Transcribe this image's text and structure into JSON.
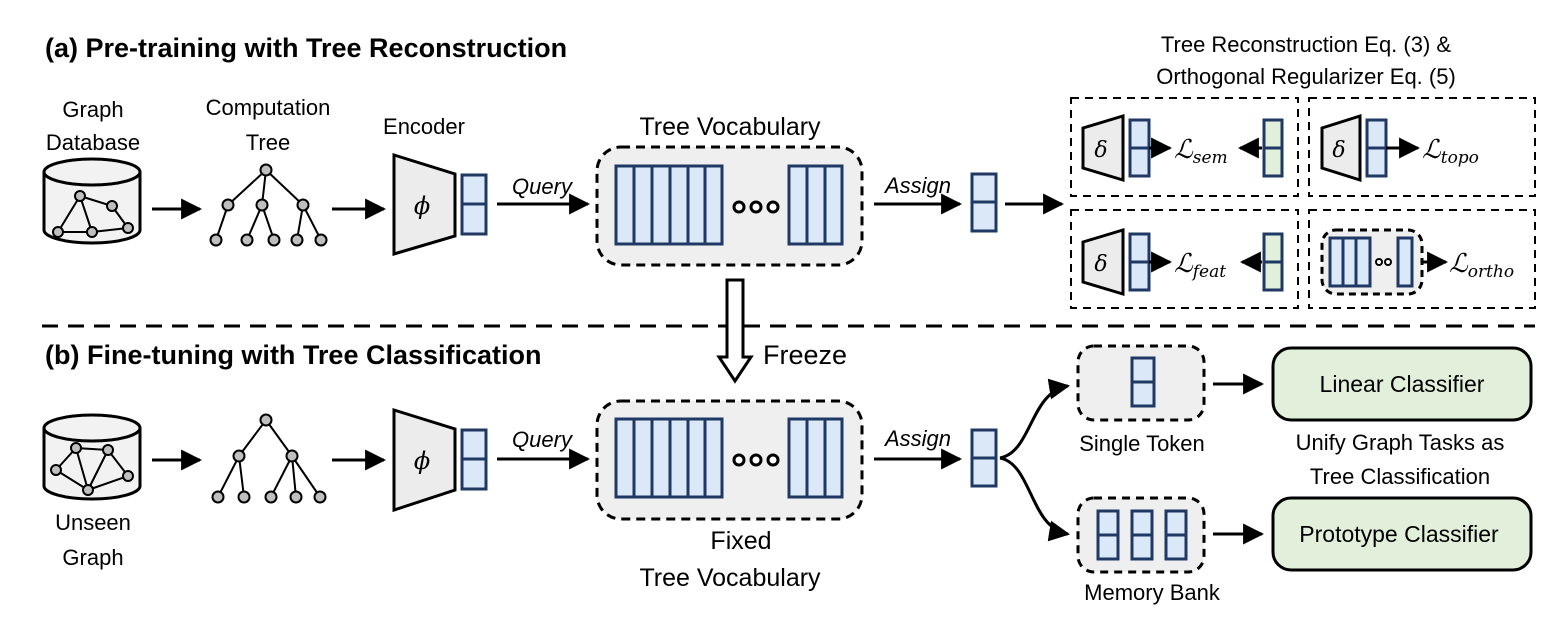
{
  "section_a": {
    "title": "(a) Pre-training with Tree Reconstruction",
    "graph_database_line1": "Graph",
    "graph_database_line2": "Database",
    "computation_tree_line1": "Computation",
    "computation_tree_line2": "Tree",
    "encoder_label": "Encoder",
    "encoder_symbol": "ϕ",
    "query_label": "Query",
    "tree_vocabulary_label": "Tree Vocabulary",
    "assign_label": "Assign",
    "recon_header_line1": "Tree Reconstruction Eq. (3) &",
    "recon_header_line2": "Orthogonal Regularizer Eq. (5)",
    "decoder_symbol": "δ",
    "loss_script": "ℒ",
    "loss_sem_sub": "sem",
    "loss_topo_sub": "topo",
    "loss_feat_sub": "feat",
    "loss_ortho_sub": "ortho",
    "freeze_label": "Freeze"
  },
  "section_b": {
    "title": "(b) Fine-tuning with Tree Classification",
    "unseen_graph_line1": "Unseen",
    "unseen_graph_line2": "Graph",
    "encoder_symbol": "ϕ",
    "query_label": "Query",
    "fixed_vocab_line1": "Fixed",
    "fixed_vocab_line2": "Tree Vocabulary",
    "assign_label": "Assign",
    "single_token_label": "Single Token",
    "memory_bank_label": "Memory Bank",
    "linear_classifier": "Linear Classifier",
    "prototype_classifier": "Prototype Classifier",
    "unify_line1": "Unify Graph Tasks as",
    "unify_line2": "Tree Classification"
  },
  "colors": {
    "token_fill": "#dbe8f7",
    "token_stroke": "#1f3864",
    "green_fill": "#e2efda",
    "green_stroke": "#000000",
    "node_fill": "#bfbfbf",
    "box_fill": "#efefef",
    "encoder_fill": "#ececec"
  }
}
